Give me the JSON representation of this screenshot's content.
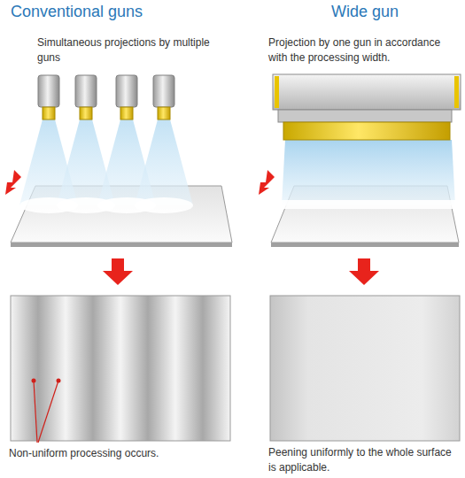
{
  "diagram": {
    "labels": [
      "Conventional guns",
      "Wide gun",
      "Simultaneous projections by multiple guns",
      "Projection by one gun in accordance with the processing width.",
      "Non-uniform processing occurs.",
      "Peening uniformly to the whole surface is applicable."
    ]
  }
}
